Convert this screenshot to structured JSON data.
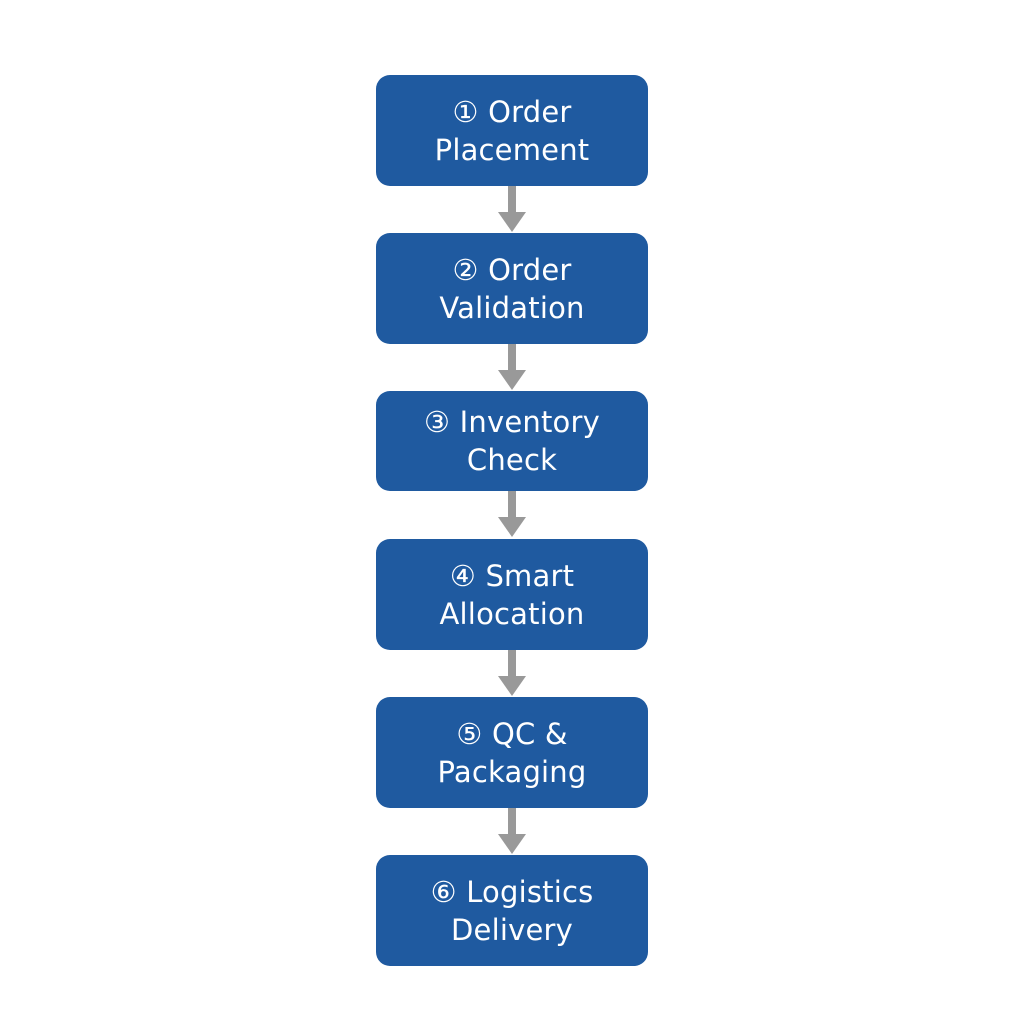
{
  "steps": [
    {
      "marker": "①",
      "line1": "Order",
      "line2": "Placement"
    },
    {
      "marker": "②",
      "line1": "Order",
      "line2": "Validation"
    },
    {
      "marker": "③",
      "line1": "Inventory",
      "line2": "Check"
    },
    {
      "marker": "④",
      "line1": "Smart",
      "line2": "Allocation"
    },
    {
      "marker": "⑤",
      "line1": "QC &",
      "line2": "Packaging"
    },
    {
      "marker": "⑥",
      "line1": "Logistics",
      "line2": "Delivery"
    }
  ],
  "colors": {
    "box_fill": "#1f5aa0",
    "box_text": "#ffffff",
    "arrow": "#999999",
    "background": "#ffffff"
  }
}
